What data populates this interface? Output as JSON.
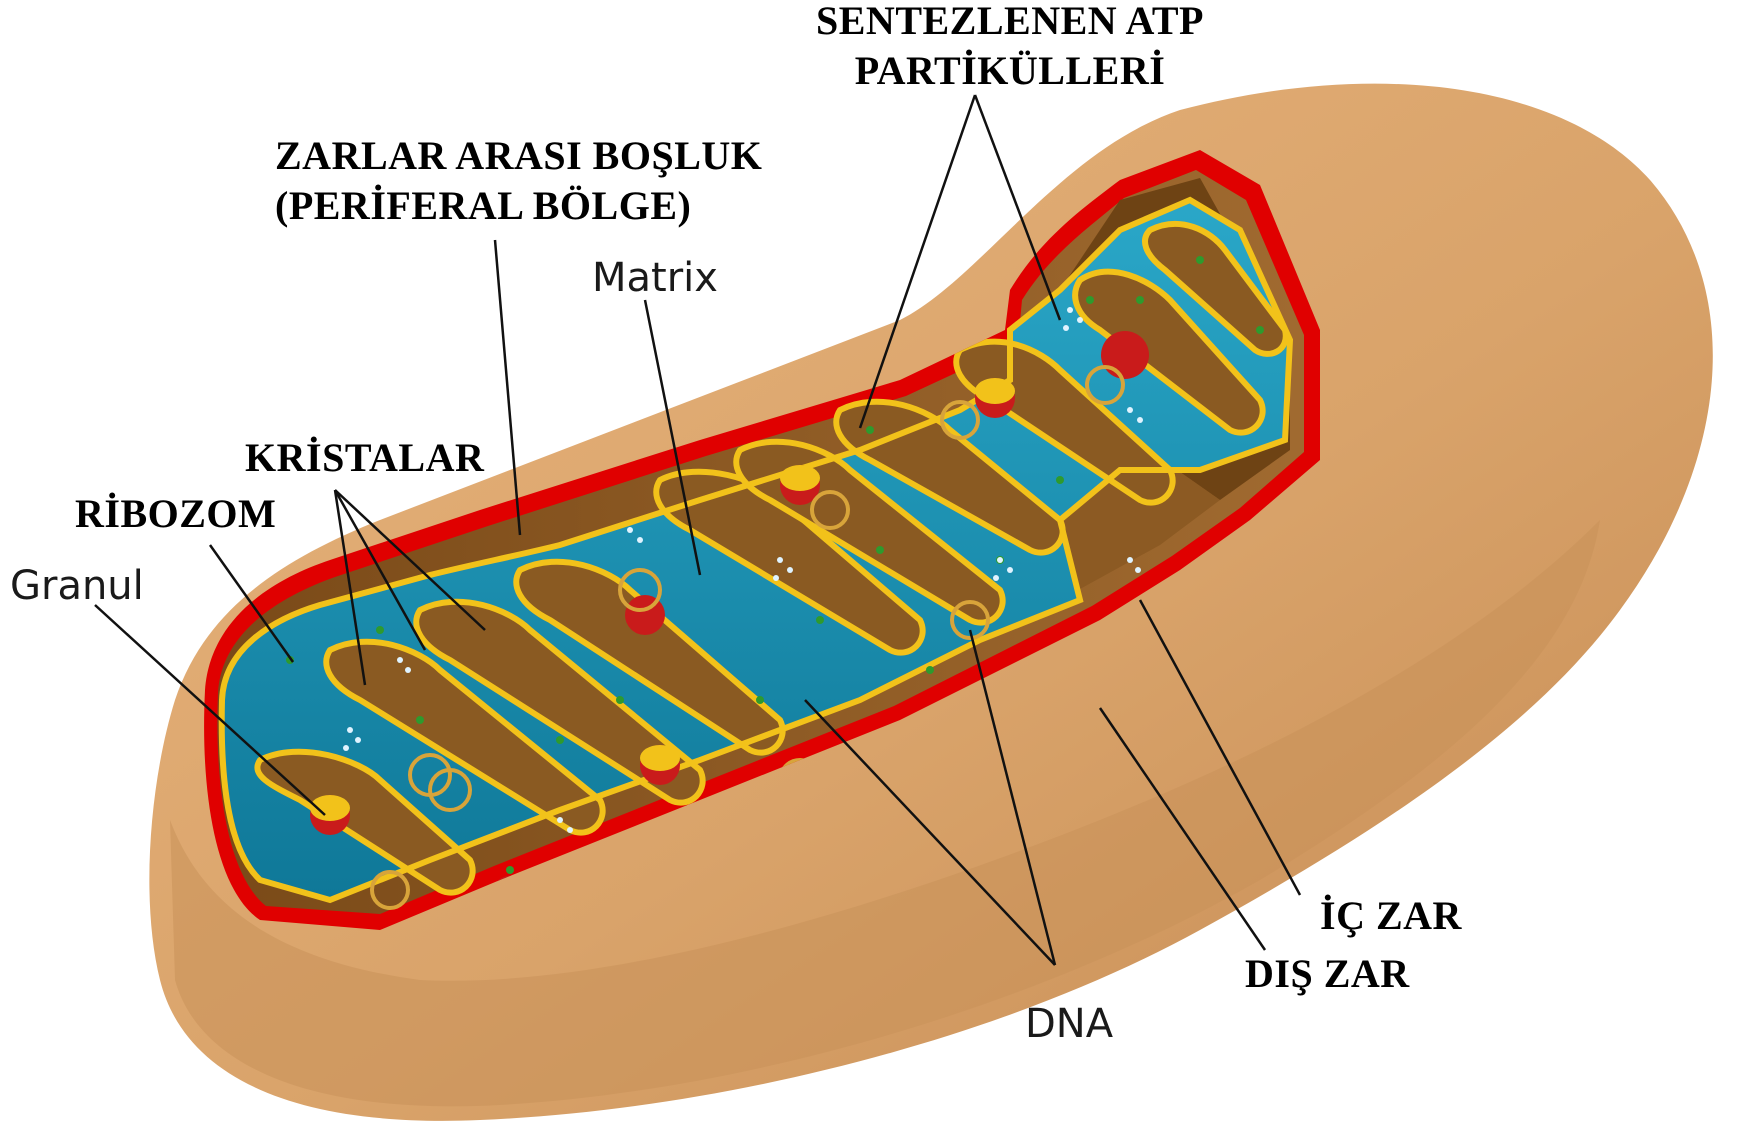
{
  "labels": {
    "atp_line1": "SENTEZLENEN ATP",
    "atp_line2": "PARTİKÜLLERİ",
    "intermembrane_line1": "ZARLAR ARASI BOŞLUK",
    "intermembrane_line2": "(PERİFERAL BÖLGE)",
    "matrix": "Matrix",
    "cristae": "KRİSTALAR",
    "ribosome": "RİBOZOM",
    "granule": "Granul",
    "inner_membrane": "İÇ ZAR",
    "outer_membrane": "DIŞ ZAR",
    "dna": "DNA"
  },
  "colors": {
    "outer_body": "#d9a36a",
    "outer_membrane_red": "#e00000",
    "intermembrane_brown": "#8a5a22",
    "matrix_blue": "#1a8fb3",
    "inner_membrane_yellow": "#f2c21a",
    "granule_red": "#c91b1b",
    "ribosome_green": "#2e9a2e",
    "atp_particle_white": "#dff3ff"
  }
}
